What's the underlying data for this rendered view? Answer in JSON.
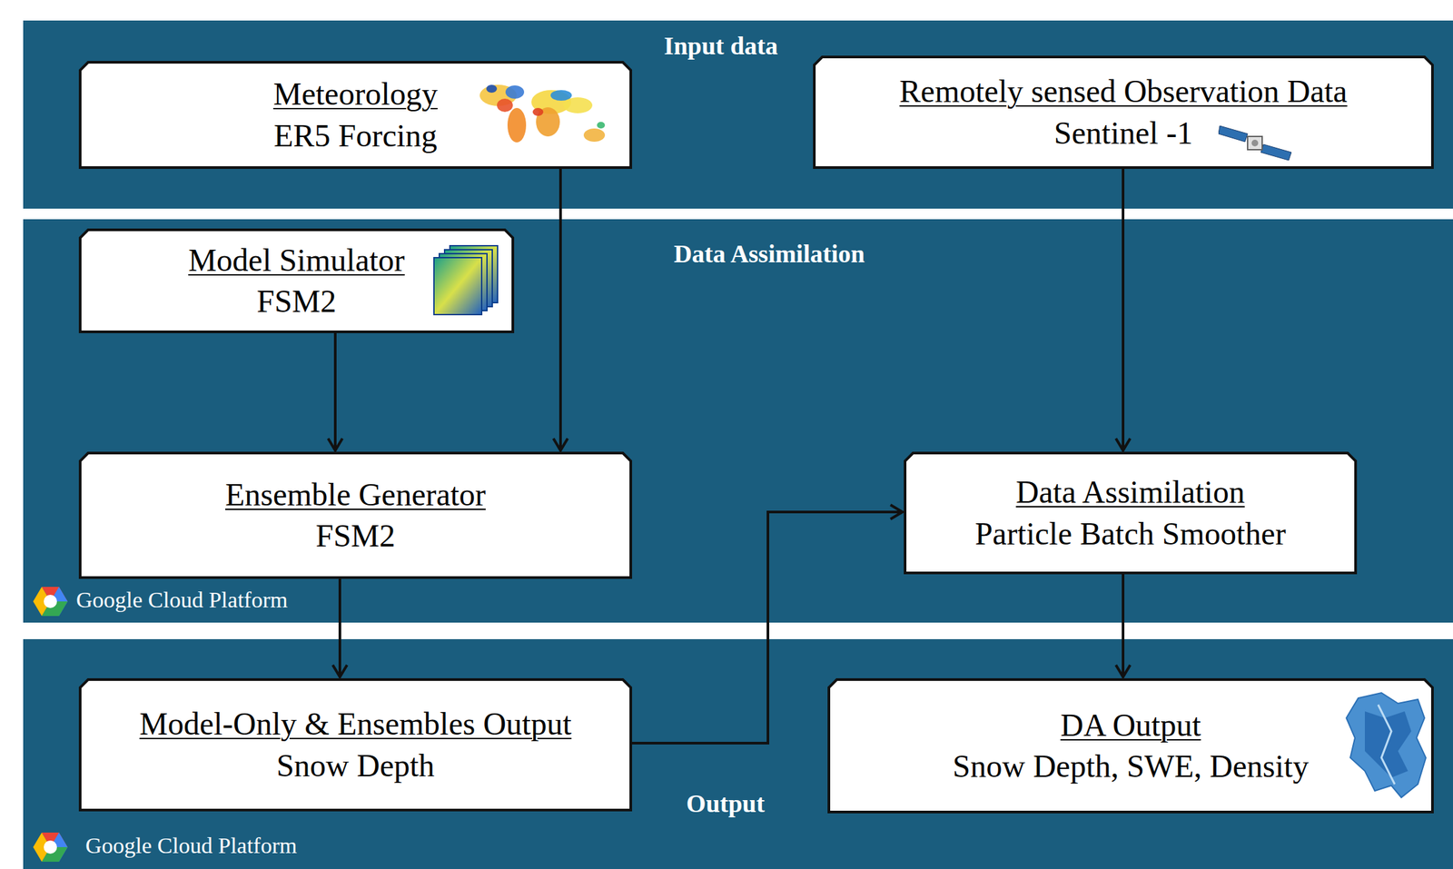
{
  "diagram": {
    "nodes": [
      {
        "text": [
          "Input data"
        ]
      },
      {
        "text": [
          "Meteorology",
          "ER5 Forcing"
        ],
        "in": 0
      },
      {
        "text": [
          "Remotely sensed Observation Data",
          "Sentinel -1"
        ],
        "in": 0
      },
      {
        "text": [
          "Data Assimilation",
          "Google Cloud Platform"
        ]
      },
      {
        "text": [
          "Model Simulator",
          "FSM2"
        ],
        "in": 3
      },
      {
        "text": [
          "Ensemble Generator",
          "FSM2"
        ],
        "in": 3
      },
      {
        "text": [
          "Data Assimilation",
          "Particle Batch Smoother"
        ],
        "in": 3
      },
      {
        "text": [
          "Output",
          "Google Cloud Platform"
        ]
      },
      {
        "text": [
          "Model-Only & Ensembles Output",
          "Snow Depth"
        ],
        "in": 7
      },
      {
        "text": [
          "DA Output",
          "Snow Depth, SWE, Density"
        ],
        "in": 7
      }
    ],
    "edges": [
      {
        "from": 1,
        "to": 5,
        "arrow": "to"
      },
      {
        "from": 4,
        "to": 5,
        "arrow": "to"
      },
      {
        "from": 2,
        "to": 6,
        "arrow": "to"
      },
      {
        "from": 5,
        "to": 8,
        "arrow": "to"
      },
      {
        "from": 8,
        "to": 6,
        "arrow": "to"
      },
      {
        "from": 6,
        "to": 9,
        "arrow": "to"
      }
    ]
  }
}
